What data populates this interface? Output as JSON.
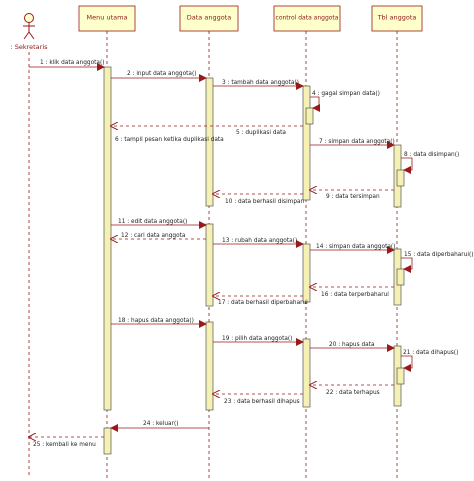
{
  "diagram": {
    "type": "sequence",
    "colors": {
      "lifeline_box_fill": "#ffffcc",
      "lifeline_box_stroke": "#9a1a1a",
      "lifeline_text": "#8b1a1a",
      "activation_fill": "#f5f0b4",
      "activation_stroke": "#555555",
      "message_line": "#9a1a1a",
      "label_text": "#222222"
    },
    "actor": {
      "name": ": Sekretaris"
    },
    "lifelines": [
      {
        "id": "menu",
        "name": "Menu utama"
      },
      {
        "id": "data",
        "name": "Data anggota"
      },
      {
        "id": "control",
        "name": "control data anggota"
      },
      {
        "id": "tbl",
        "name": "Tbl anggota"
      }
    ],
    "messages": [
      {
        "n": "1",
        "text": "klik data anggota()",
        "from": "actor",
        "to": "menu",
        "kind": "call"
      },
      {
        "n": "2",
        "text": "input data anggota()",
        "from": "menu",
        "to": "data",
        "kind": "call"
      },
      {
        "n": "3",
        "text": "tambah data anggota()",
        "from": "data",
        "to": "control",
        "kind": "call"
      },
      {
        "n": "4",
        "text": "gagal simpan data()",
        "from": "control",
        "to": "control",
        "kind": "self"
      },
      {
        "n": "5",
        "text": "duplikasi data",
        "from": "control",
        "to": "menu",
        "kind": "return"
      },
      {
        "n": "6",
        "text": "tampil pesan ketika duplikasi data",
        "from": "menu",
        "to": "menu",
        "kind": "note"
      },
      {
        "n": "7",
        "text": "simpan data anggota()",
        "from": "control",
        "to": "tbl",
        "kind": "call"
      },
      {
        "n": "8",
        "text": "data disimpan()",
        "from": "tbl",
        "to": "tbl",
        "kind": "self"
      },
      {
        "n": "9",
        "text": "data tersimpan",
        "from": "tbl",
        "to": "control",
        "kind": "return"
      },
      {
        "n": "10",
        "text": "data berhasil disimpan",
        "from": "control",
        "to": "data",
        "kind": "return"
      },
      {
        "n": "11",
        "text": "edit data anggota()",
        "from": "menu",
        "to": "data",
        "kind": "call"
      },
      {
        "n": "12",
        "text": "cari data anggota",
        "from": "data",
        "to": "menu",
        "kind": "return"
      },
      {
        "n": "13",
        "text": "rubah data anggota()",
        "from": "data",
        "to": "control",
        "kind": "call"
      },
      {
        "n": "14",
        "text": "simpan data anggota()",
        "from": "control",
        "to": "tbl",
        "kind": "call"
      },
      {
        "n": "15",
        "text": "data diperbaharui()",
        "from": "tbl",
        "to": "tbl",
        "kind": "self"
      },
      {
        "n": "16",
        "text": "data terperbaharui",
        "from": "tbl",
        "to": "control",
        "kind": "return"
      },
      {
        "n": "17",
        "text": "data berhasil diperbaharui",
        "from": "control",
        "to": "data",
        "kind": "return"
      },
      {
        "n": "18",
        "text": "hapus data anggota()",
        "from": "menu",
        "to": "data",
        "kind": "call"
      },
      {
        "n": "19",
        "text": "pilih data anggota()",
        "from": "data",
        "to": "control",
        "kind": "call"
      },
      {
        "n": "20",
        "text": "hapus data",
        "from": "control",
        "to": "tbl",
        "kind": "call"
      },
      {
        "n": "21",
        "text": "data dihapus()",
        "from": "tbl",
        "to": "tbl",
        "kind": "self"
      },
      {
        "n": "22",
        "text": "data terhapus",
        "from": "tbl",
        "to": "control",
        "kind": "return"
      },
      {
        "n": "23",
        "text": "data berhasil dihapus",
        "from": "control",
        "to": "data",
        "kind": "return"
      },
      {
        "n": "24",
        "text": "keluar()",
        "from": "data",
        "to": "menu",
        "kind": "call"
      },
      {
        "n": "25",
        "text": "kembali ke menu",
        "from": "menu",
        "to": "actor",
        "kind": "return"
      }
    ]
  }
}
